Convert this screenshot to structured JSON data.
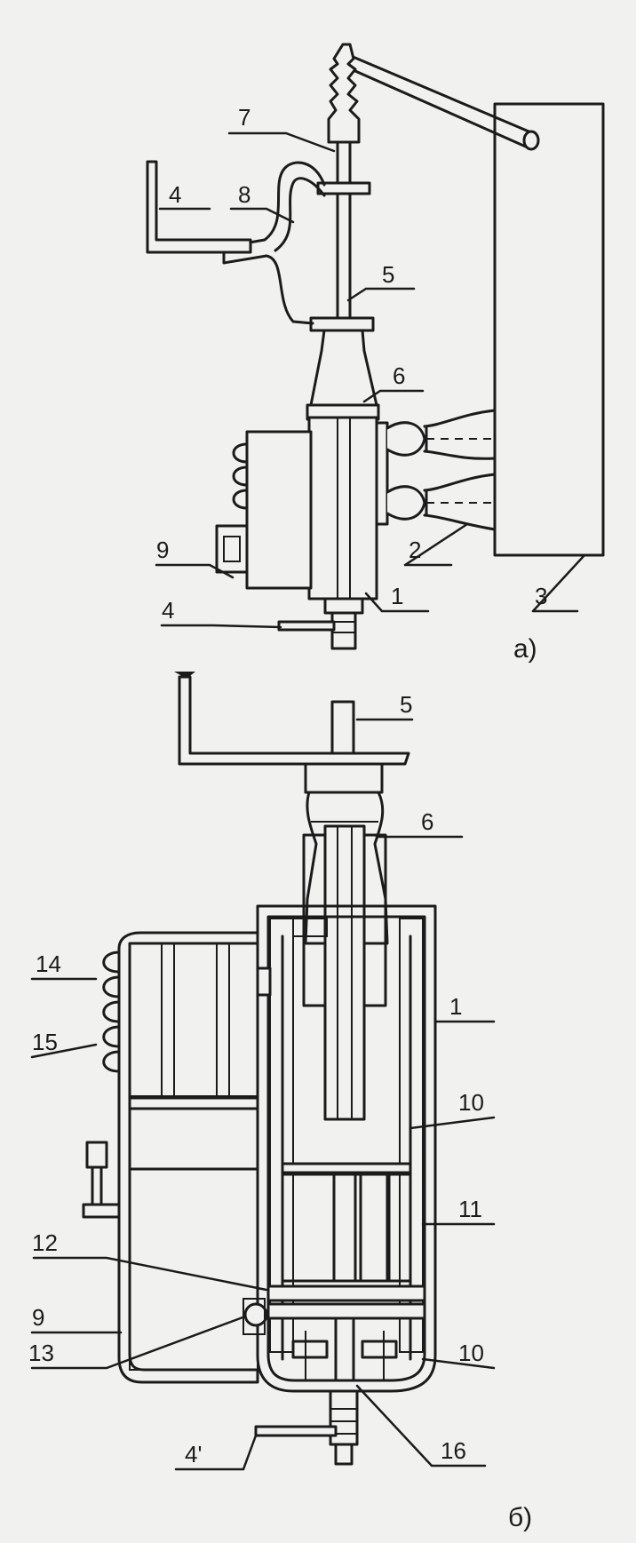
{
  "figure_a": {
    "caption": "а)",
    "labels": {
      "l7": "7",
      "l4": "4",
      "l8": "8",
      "l5": "5",
      "l6": "6",
      "l9": "9",
      "l2": "2",
      "l1": "1",
      "l3": "3",
      "l4b": "4"
    }
  },
  "figure_b": {
    "caption": "б)",
    "labels": {
      "l5": "5",
      "l6": "6",
      "l14": "14",
      "l15": "15",
      "l1": "1",
      "l10a": "10",
      "l11": "11",
      "l12": "12",
      "l9": "9",
      "l13": "13",
      "l10b": "10",
      "l4p": "4'",
      "l16": "16"
    }
  }
}
